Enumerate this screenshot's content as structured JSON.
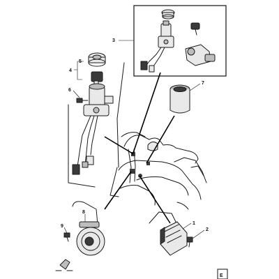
{
  "callouts": {
    "c1": "1",
    "c2": "2",
    "c3": "3",
    "c4": "4",
    "c5": "5",
    "c6": "6",
    "c7": "7",
    "c8": "8",
    "c9": "9"
  },
  "corner_label": "E"
}
